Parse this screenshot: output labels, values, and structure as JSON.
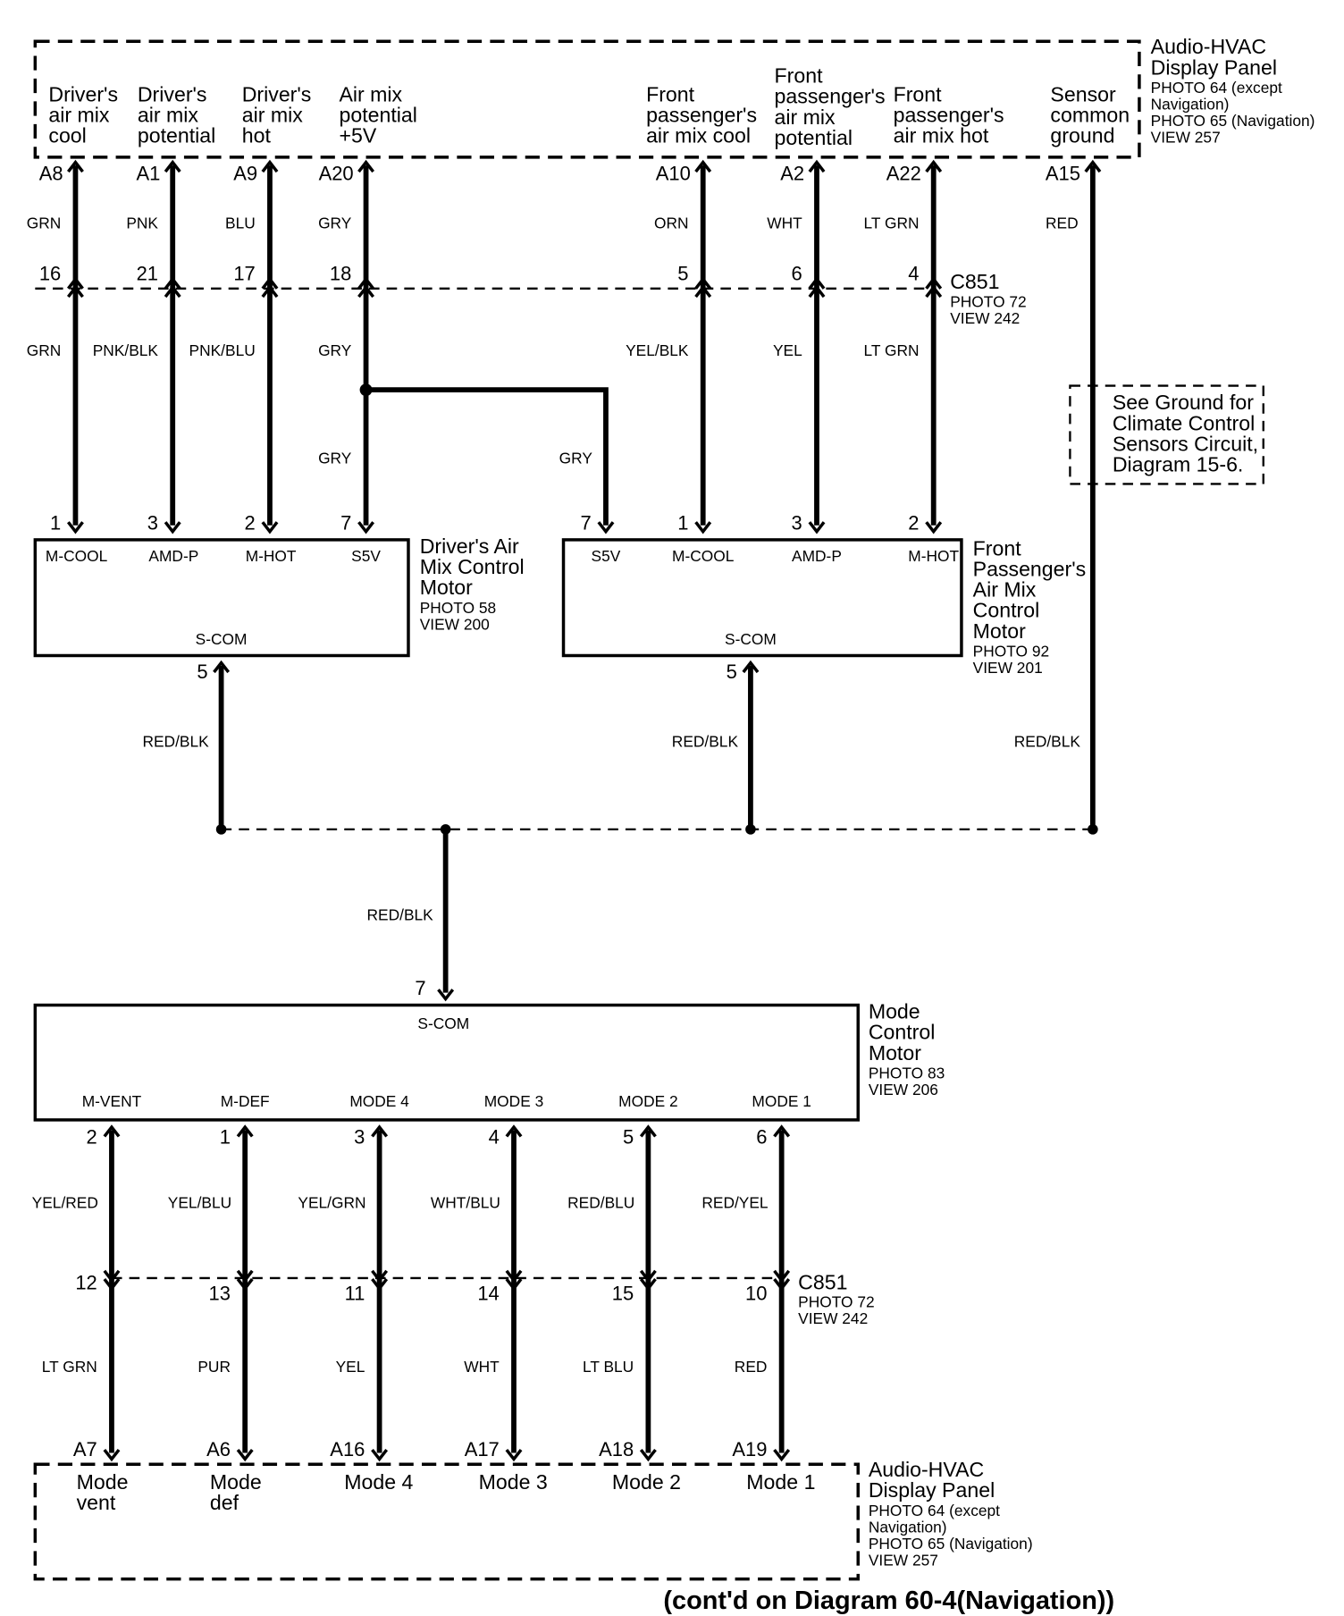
{
  "top_panel": {
    "title": [
      "Audio-HVAC",
      "Display Panel"
    ],
    "refs": [
      "PHOTO 64 (except",
      "Navigation)",
      "PHOTO 65 (Navigation)",
      "VIEW 257"
    ],
    "terminals": [
      {
        "lines": [
          "Driver's",
          "air mix",
          "cool"
        ],
        "pin": "A8",
        "wire_top": "GRN",
        "c851": "16",
        "wire_bottom": "GRN"
      },
      {
        "lines": [
          "Driver's",
          "air mix",
          "potential"
        ],
        "pin": "A1",
        "wire_top": "PNK",
        "c851": "21",
        "wire_bottom": "PNK/BLK"
      },
      {
        "lines": [
          "Driver's",
          "air mix",
          "hot"
        ],
        "pin": "A9",
        "wire_top": "BLU",
        "c851": "17",
        "wire_bottom": "PNK/BLU"
      },
      {
        "lines": [
          "Air mix",
          "potential",
          "+5V"
        ],
        "pin": "A20",
        "wire_top": "GRY",
        "c851": "18",
        "wire_bottom": "GRY"
      },
      {
        "lines": [
          "Front",
          "passenger's",
          "air mix cool"
        ],
        "pin": "A10",
        "wire_top": "ORN",
        "c851": "5",
        "wire_bottom": "YEL/BLK"
      },
      {
        "lines": [
          "Front",
          "passenger's",
          "air mix",
          "potential"
        ],
        "pin": "A2",
        "wire_top": "WHT",
        "c851": "6",
        "wire_bottom": "YEL"
      },
      {
        "lines": [
          "Front",
          "passenger's",
          "air mix hot"
        ],
        "pin": "A22",
        "wire_top": "LT GRN",
        "c851": "4",
        "wire_bottom": "LT GRN"
      },
      {
        "lines": [
          "Sensor",
          "common",
          "ground"
        ],
        "pin": "A15",
        "wire_top": "RED"
      }
    ]
  },
  "connector_top": {
    "name": "C851",
    "refs": [
      "PHOTO 72",
      "VIEW 242"
    ]
  },
  "splice_wires": {
    "driver_branch": "GRY",
    "passenger_branch": "GRY"
  },
  "see_ground": [
    "See Ground for",
    "Climate Control",
    "Sensors Circuit,",
    "Diagram 15-6."
  ],
  "driver_motor": {
    "title": [
      "Driver's Air",
      "Mix Control",
      "Motor"
    ],
    "refs": [
      "PHOTO 58",
      "VIEW 200"
    ],
    "terminals": [
      {
        "pin": "1",
        "label": "M-COOL"
      },
      {
        "pin": "3",
        "label": "AMD-P"
      },
      {
        "pin": "2",
        "label": "M-HOT"
      },
      {
        "pin": "7",
        "label": "S5V"
      }
    ],
    "scom": {
      "label": "S-COM",
      "pin": "5",
      "wire": "RED/BLK"
    }
  },
  "passenger_motor": {
    "title": [
      "Front",
      "Passenger's",
      "Air Mix",
      "Control",
      "Motor"
    ],
    "refs": [
      "PHOTO 92",
      "VIEW 201"
    ],
    "terminals": [
      {
        "pin": "7",
        "label": "S5V"
      },
      {
        "pin": "1",
        "label": "M-COOL"
      },
      {
        "pin": "3",
        "label": "AMD-P"
      },
      {
        "pin": "2",
        "label": "M-HOT"
      }
    ],
    "scom": {
      "label": "S-COM",
      "pin": "5",
      "wire": "RED/BLK"
    }
  },
  "sensor_ground_wire": "RED/BLK",
  "ground_trunk_wire": "RED/BLK",
  "mode_motor": {
    "title": [
      "Mode",
      "Control",
      "Motor"
    ],
    "refs": [
      "PHOTO 83",
      "VIEW 206"
    ],
    "scom": {
      "label": "S-COM",
      "pin": "7"
    },
    "terminals": [
      {
        "label": "M-VENT",
        "pin": "2",
        "wire_top": "YEL/RED",
        "c851": "12",
        "wire_bottom": "LT GRN",
        "panel_pin": "A7",
        "panel_lines": [
          "Mode",
          "vent"
        ]
      },
      {
        "label": "M-DEF",
        "pin": "1",
        "wire_top": "YEL/BLU",
        "c851": "13",
        "wire_bottom": "PUR",
        "panel_pin": "A6",
        "panel_lines": [
          "Mode",
          "def"
        ]
      },
      {
        "label": "MODE 4",
        "pin": "3",
        "wire_top": "YEL/GRN",
        "c851": "11",
        "wire_bottom": "YEL",
        "panel_pin": "A16",
        "panel_lines": [
          "Mode 4"
        ]
      },
      {
        "label": "MODE 3",
        "pin": "4",
        "wire_top": "WHT/BLU",
        "c851": "14",
        "wire_bottom": "WHT",
        "panel_pin": "A17",
        "panel_lines": [
          "Mode 3"
        ]
      },
      {
        "label": "MODE 2",
        "pin": "5",
        "wire_top": "RED/BLU",
        "c851": "15",
        "wire_bottom": "LT BLU",
        "panel_pin": "A18",
        "panel_lines": [
          "Mode 2"
        ]
      },
      {
        "label": "MODE 1",
        "pin": "6",
        "wire_top": "RED/YEL",
        "c851": "10",
        "wire_bottom": "RED",
        "panel_pin": "A19",
        "panel_lines": [
          "Mode 1"
        ]
      }
    ]
  },
  "connector_bottom": {
    "name": "C851",
    "refs": [
      "PHOTO 72",
      "VIEW 242"
    ]
  },
  "bottom_panel": {
    "title": [
      "Audio-HVAC",
      "Display Panel"
    ],
    "refs": [
      "PHOTO 64 (except",
      "Navigation)",
      "PHOTO 65 (Navigation)",
      "VIEW 257"
    ]
  },
  "footer": "(cont'd on Diagram 60-4(Navigation))"
}
